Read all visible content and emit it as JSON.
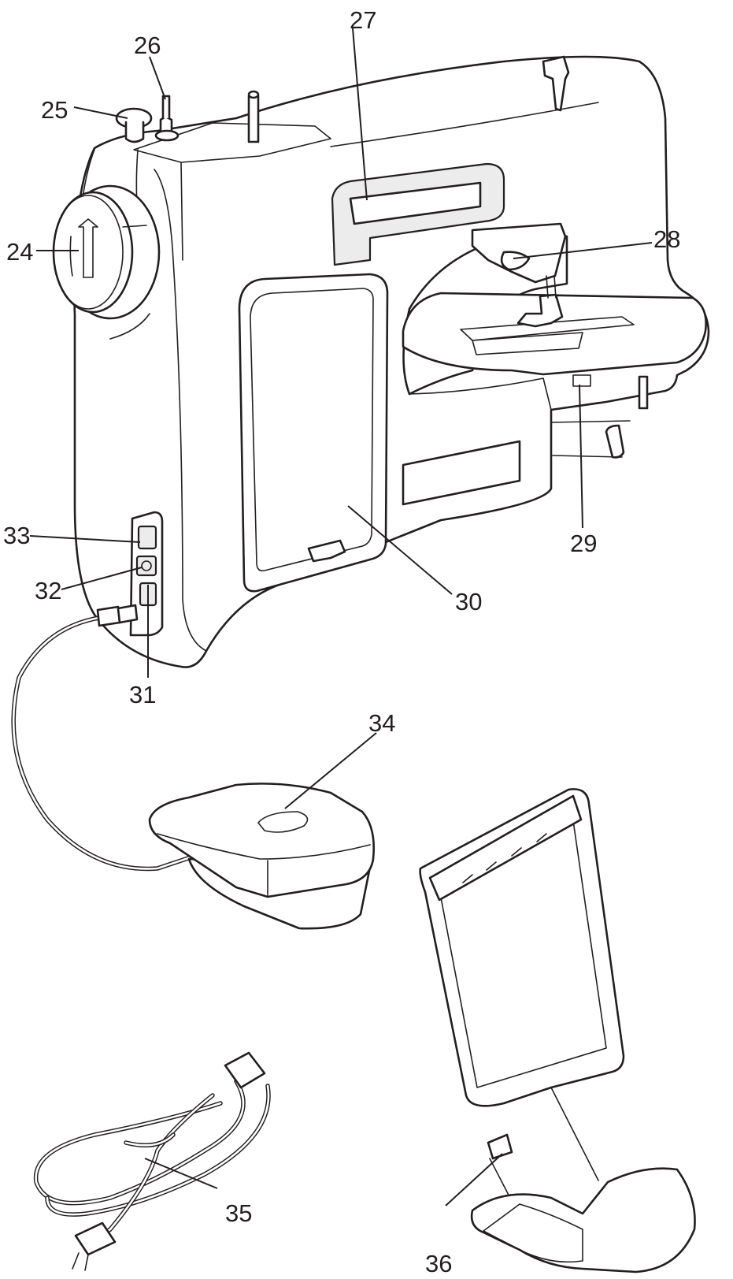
{
  "labels": {
    "l24": "24",
    "l25": "25",
    "l26": "26",
    "l27": "27",
    "l28": "28",
    "l29": "29",
    "l30": "30",
    "l31": "31",
    "l32": "32",
    "l33": "33",
    "l34": "34",
    "l35": "35",
    "l36": "36"
  },
  "colors": {
    "line": "#231f20",
    "background": "#ffffff"
  }
}
